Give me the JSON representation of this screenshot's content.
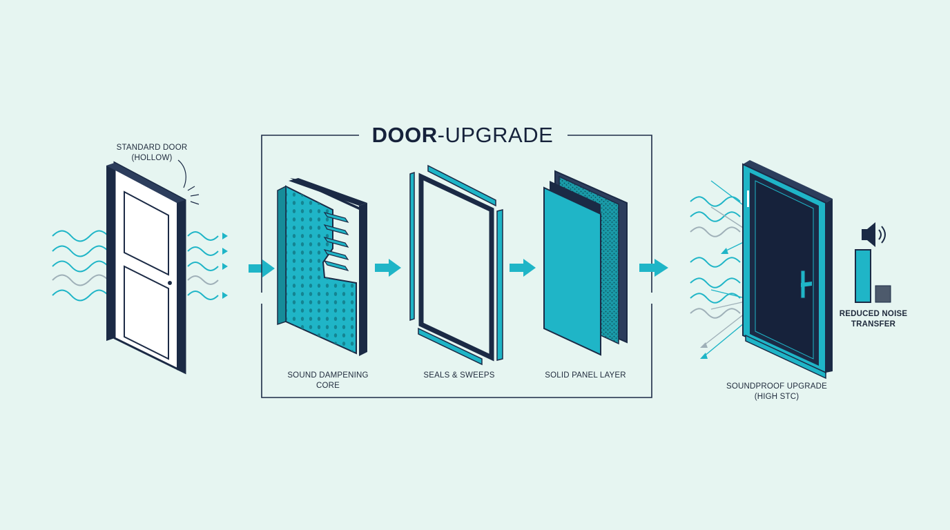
{
  "title": {
    "bold": "DOOR",
    "rest": "-UPGRADE"
  },
  "labels": {
    "standard_door_1": "STANDARD DOOR",
    "standard_door_2": "(HOLLOW)",
    "core_1": "SOUND DAMPENING",
    "core_2": "CORE",
    "seals": "SEALS & SWEEPS",
    "panel": "SOLID PANEL LAYER",
    "upgrade_1": "SOUNDPROOF UPGRADE",
    "upgrade_2": "(HIGH STC)",
    "reduced_1": "REDUCED NOISE",
    "reduced_2": "TRANSFER"
  },
  "colors": {
    "background": "#e6f5f1",
    "navy": "#1b2a45",
    "teal": "#1fb5c7",
    "teal_dark": "#168c99",
    "grey": "#9fb0b8",
    "white": "#ffffff"
  },
  "icons": [
    "sound-wave-icon",
    "flow-arrow-icon",
    "speaker-icon",
    "noise-level-bars-icon"
  ]
}
